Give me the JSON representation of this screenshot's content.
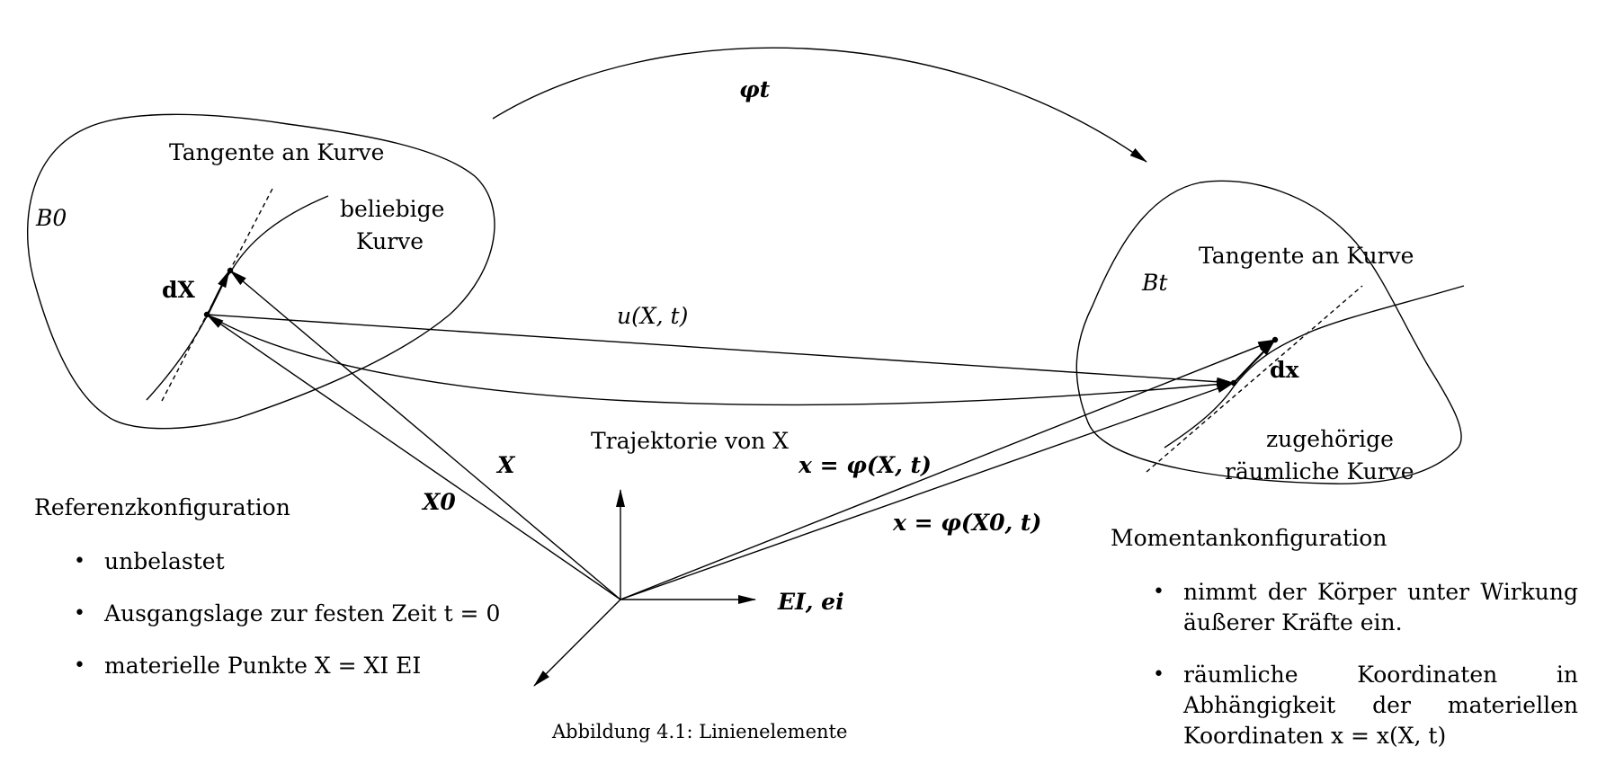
{
  "labels": {
    "phi_t": "φt",
    "tangent_ref": "Tangente an Kurve",
    "arbitrary_curve_line1": "beliebige",
    "arbitrary_curve_line2": "Kurve",
    "body_ref": "B0",
    "dX": "dX",
    "displacement": "u(X, t)",
    "body_cur": "Bt",
    "tangent_cur": "Tangente an Kurve",
    "dx": "dx",
    "spatial_curve_line1": "zugehörige",
    "spatial_curve_line2": "räumliche Kurve",
    "trajectory": "Trajektorie von X",
    "X": "X",
    "X0": "X0",
    "x_phi_X": "x = φ(X, t)",
    "x_phi_X0": "x = φ(X0, t)",
    "basis": "EI, ei"
  },
  "reference": {
    "title": "Referenzkonfiguration",
    "items": [
      "unbelastet",
      "Ausgangslage zur festen Zeit t = 0",
      "materielle Punkte X = XI EI"
    ]
  },
  "current": {
    "title": "Momentankonfiguration",
    "items": [
      "nimmt der Körper unter Wirkung äußerer Kräfte ein.",
      "räumliche Koordinaten in Abhängigkeit der materiellen Koordinaten x = x(X, t)"
    ]
  },
  "caption": "Abbildung 4.1: Linienelemente",
  "colors": {
    "ink": "#000000",
    "background": "#ffffff"
  }
}
